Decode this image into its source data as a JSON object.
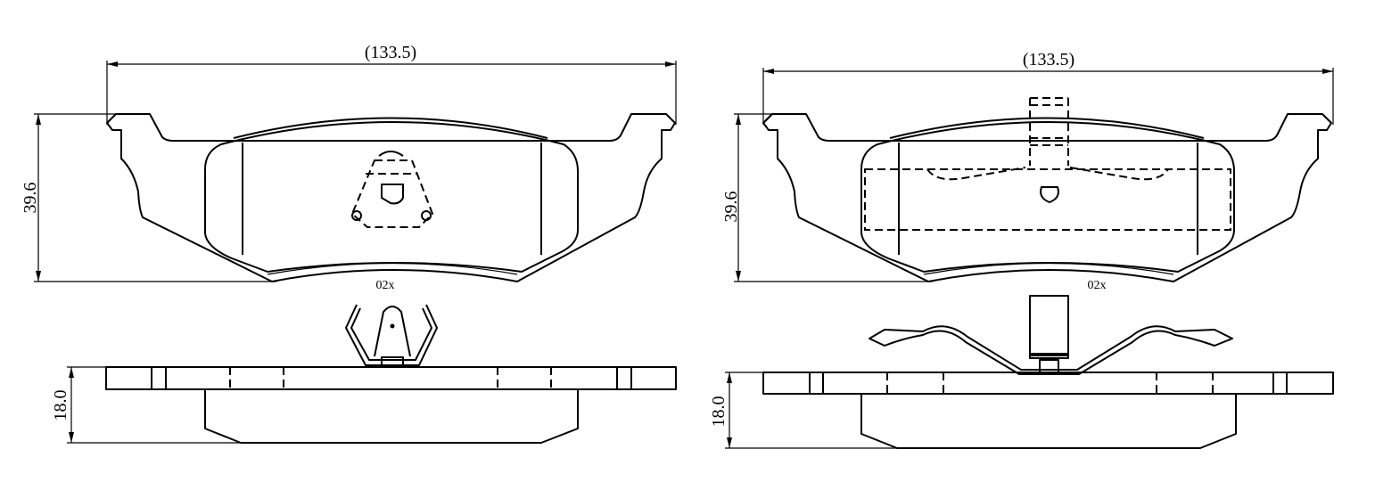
{
  "left_pad": {
    "width_dim": "(133.5)",
    "height_dim": "39.6",
    "quantity": "02x",
    "thickness_dim": "18.0"
  },
  "right_pad": {
    "width_dim": "(133.5)",
    "height_dim": "39.6",
    "quantity": "02x",
    "thickness_dim": "18.0"
  }
}
